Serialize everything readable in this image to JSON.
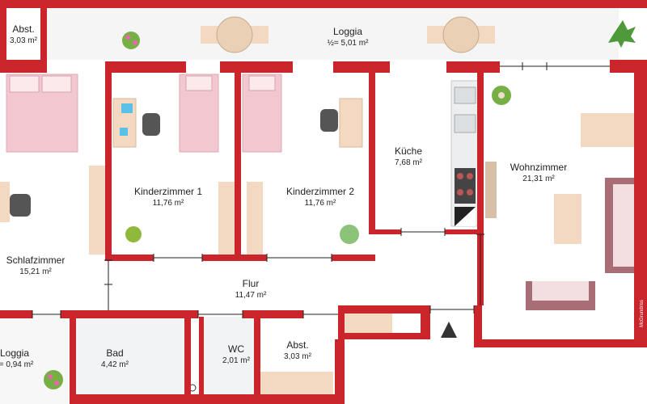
{
  "colors": {
    "wall": "#c9252b",
    "floor": "#ffffff",
    "wood": "#f3d8c2",
    "bed": "#f2c7cf",
    "tile": "#eef0f2"
  },
  "watermark": "McGrundriss",
  "rooms": {
    "abst_top": {
      "name": "Abst.",
      "area": "3,03 m²"
    },
    "loggia_top": {
      "name": "Loggia",
      "area": "½= 5,01 m²"
    },
    "kinder1": {
      "name": "Kinderzimmer 1",
      "area": "11,76 m²"
    },
    "kinder2": {
      "name": "Kinderzimmer 2",
      "area": "11,76 m²"
    },
    "kueche": {
      "name": "Küche",
      "area": "7,68 m²"
    },
    "wohn": {
      "name": "Wohnzimmer",
      "area": "21,31 m²"
    },
    "schlaf": {
      "name": "Schlafzimmer",
      "area": "15,21 m²"
    },
    "flur": {
      "name": "Flur",
      "area": "11,47 m²"
    },
    "loggia_bottom": {
      "name": "Loggia",
      "area": "= 0,94 m²"
    },
    "bad": {
      "name": "Bad",
      "area": "4,42 m²"
    },
    "wc": {
      "name": "WC",
      "area": "2,01 m²"
    },
    "abst_bottom": {
      "name": "Abst.",
      "area": "3,03 m²"
    }
  },
  "icons": [
    "north-arrow-icon",
    "plant-icon",
    "table-icon",
    "bed-icon",
    "desk-icon",
    "chair-icon",
    "stove-icon",
    "sink-icon",
    "sofa-icon"
  ]
}
